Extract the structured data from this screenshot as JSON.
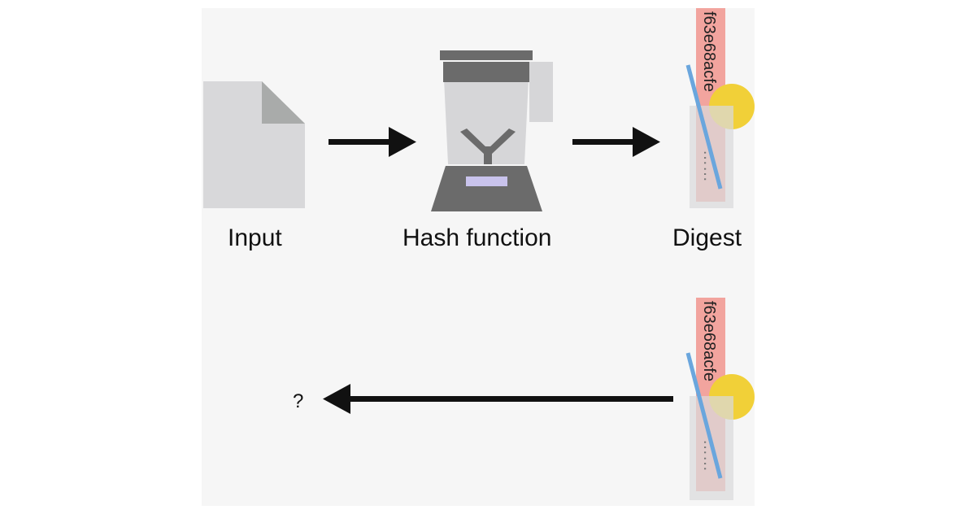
{
  "labels": {
    "input": "Input",
    "hash_function": "Hash function",
    "digest": "Digest",
    "question": "?"
  },
  "digest": {
    "hash_text": "f63e68acfe",
    "residue_text": "……"
  },
  "colors": {
    "paper": "#d8d8da",
    "paper_fold": "#a9abaa",
    "blender_dark": "#6b6b6b",
    "blender_glass": "#d6d6d8",
    "blender_button": "#c9c3ec",
    "arrow": "#111111",
    "hash_strip": "#f2a49e",
    "straw": "#6aa6dd",
    "lemon": "#f1d038",
    "glass": "#d9d9db"
  },
  "icons": [
    "document-icon",
    "blender-icon",
    "digest-glass-icon",
    "arrow-right-icon",
    "arrow-left-icon"
  ]
}
